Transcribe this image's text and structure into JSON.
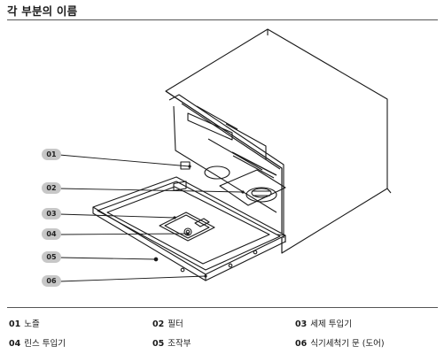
{
  "heading": "각 부분의 이름",
  "callouts": [
    "01",
    "02",
    "03",
    "04",
    "05",
    "06"
  ],
  "legend": [
    {
      "num": "01",
      "label": "노즐"
    },
    {
      "num": "02",
      "label": "필터"
    },
    {
      "num": "03",
      "label": "세제 투입기"
    },
    {
      "num": "04",
      "label": "린스 투입기"
    },
    {
      "num": "05",
      "label": "조작부"
    },
    {
      "num": "06",
      "label": "식기세척기 문 (도어)"
    }
  ],
  "colors": {
    "badge": "#c7c7c7",
    "line": "#1a1a1a"
  }
}
